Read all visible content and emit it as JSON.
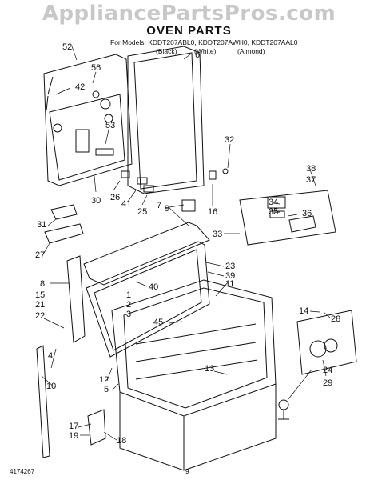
{
  "watermark": "AppliancePartsPros.com",
  "title": "OVEN PARTS",
  "models_line": "For Models: KDDT207ABL0, KDDT207AWH0, KDDT207AAL0",
  "variants": [
    "(Black)",
    "(White)",
    "(Almond)"
  ],
  "footer_code": "4174267",
  "page_number": "9",
  "callouts": [
    "52",
    "6",
    "56",
    "42",
    "53",
    "32",
    "38",
    "37",
    "30",
    "26",
    "41",
    "25",
    "16",
    "34",
    "35",
    "36",
    "31",
    "7",
    "9",
    "33",
    "27",
    "23",
    "39",
    "11",
    "8",
    "40",
    "15",
    "21",
    "1",
    "2",
    "3",
    "22",
    "45",
    "14",
    "28",
    "4",
    "13",
    "24",
    "12",
    "5",
    "29",
    "10",
    "17",
    "19",
    "18"
  ]
}
